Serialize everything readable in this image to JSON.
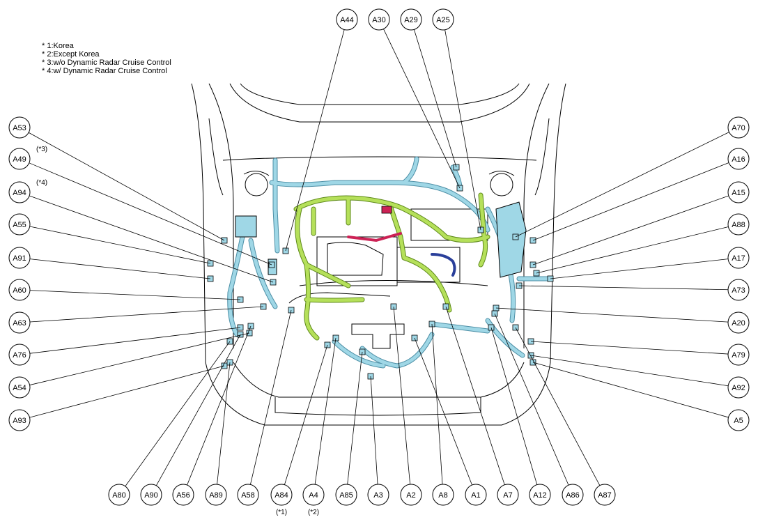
{
  "notes": [
    "* 1:Korea",
    "* 2:Except Korea",
    "* 3:w/o Dynamic Radar Cruise Control",
    "* 4:w/ Dynamic Radar Cruise Control"
  ],
  "connectors": {
    "top": [
      {
        "label": "A44"
      },
      {
        "label": "A30"
      },
      {
        "label": "A29"
      },
      {
        "label": "A25"
      }
    ],
    "left": [
      {
        "label": "A53"
      },
      {
        "label": "A49",
        "note": "(*3)"
      },
      {
        "label": "A94",
        "note": "(*4)"
      },
      {
        "label": "A55"
      },
      {
        "label": "A91"
      },
      {
        "label": "A60"
      },
      {
        "label": "A63"
      },
      {
        "label": "A76"
      },
      {
        "label": "A54"
      },
      {
        "label": "A93"
      }
    ],
    "right": [
      {
        "label": "A70"
      },
      {
        "label": "A16"
      },
      {
        "label": "A15"
      },
      {
        "label": "A88"
      },
      {
        "label": "A17"
      },
      {
        "label": "A73"
      },
      {
        "label": "A20"
      },
      {
        "label": "A79"
      },
      {
        "label": "A92"
      },
      {
        "label": "A5"
      }
    ],
    "bottom": [
      {
        "label": "A80"
      },
      {
        "label": "A90"
      },
      {
        "label": "A56"
      },
      {
        "label": "A89"
      },
      {
        "label": "A58"
      },
      {
        "label": "A84",
        "note": "(*1)"
      },
      {
        "label": "A4",
        "note": "(*2)"
      },
      {
        "label": "A85"
      },
      {
        "label": "A3"
      },
      {
        "label": "A2"
      },
      {
        "label": "A8"
      },
      {
        "label": "A1"
      },
      {
        "label": "A7"
      },
      {
        "label": "A12"
      },
      {
        "label": "A86"
      },
      {
        "label": "A87"
      }
    ]
  },
  "colors": {
    "harness_blue": "#9fd7e6",
    "harness_green": "#b5e05a",
    "harness_red": "#cc2255",
    "harness_navy": "#2a3f9a",
    "outline": "#000000"
  }
}
